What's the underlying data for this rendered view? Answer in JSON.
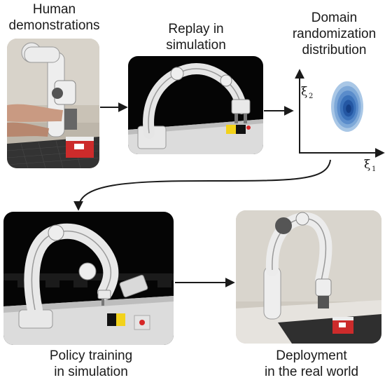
{
  "steps": {
    "human_demos": {
      "caption": "Human\ndemonstrations"
    },
    "replay": {
      "caption": "Replay in\nsimulation"
    },
    "domain_rand": {
      "caption": "Domain\nrandomization\ndistribution",
      "x_axis_symbol": "ξ",
      "x_axis_subscript": "1",
      "y_axis_symbol": "ξ",
      "y_axis_subscript": "2",
      "blob_colors": [
        "#a9c7e6",
        "#7fa9d8",
        "#5a8ccb",
        "#3b72ba",
        "#2457a3",
        "#143f86"
      ]
    },
    "policy_training": {
      "caption": "Policy training\nin simulation"
    },
    "deployment": {
      "caption": "Deployment\nin the real world"
    }
  },
  "colors": {
    "arrow": "#1a1a1a",
    "sim_background": "#050505",
    "robot_white": "#eeeeee",
    "robot_grey": "#8a8a8a",
    "cube_red": "#d62828",
    "cube_yellow": "#f2d21b"
  }
}
